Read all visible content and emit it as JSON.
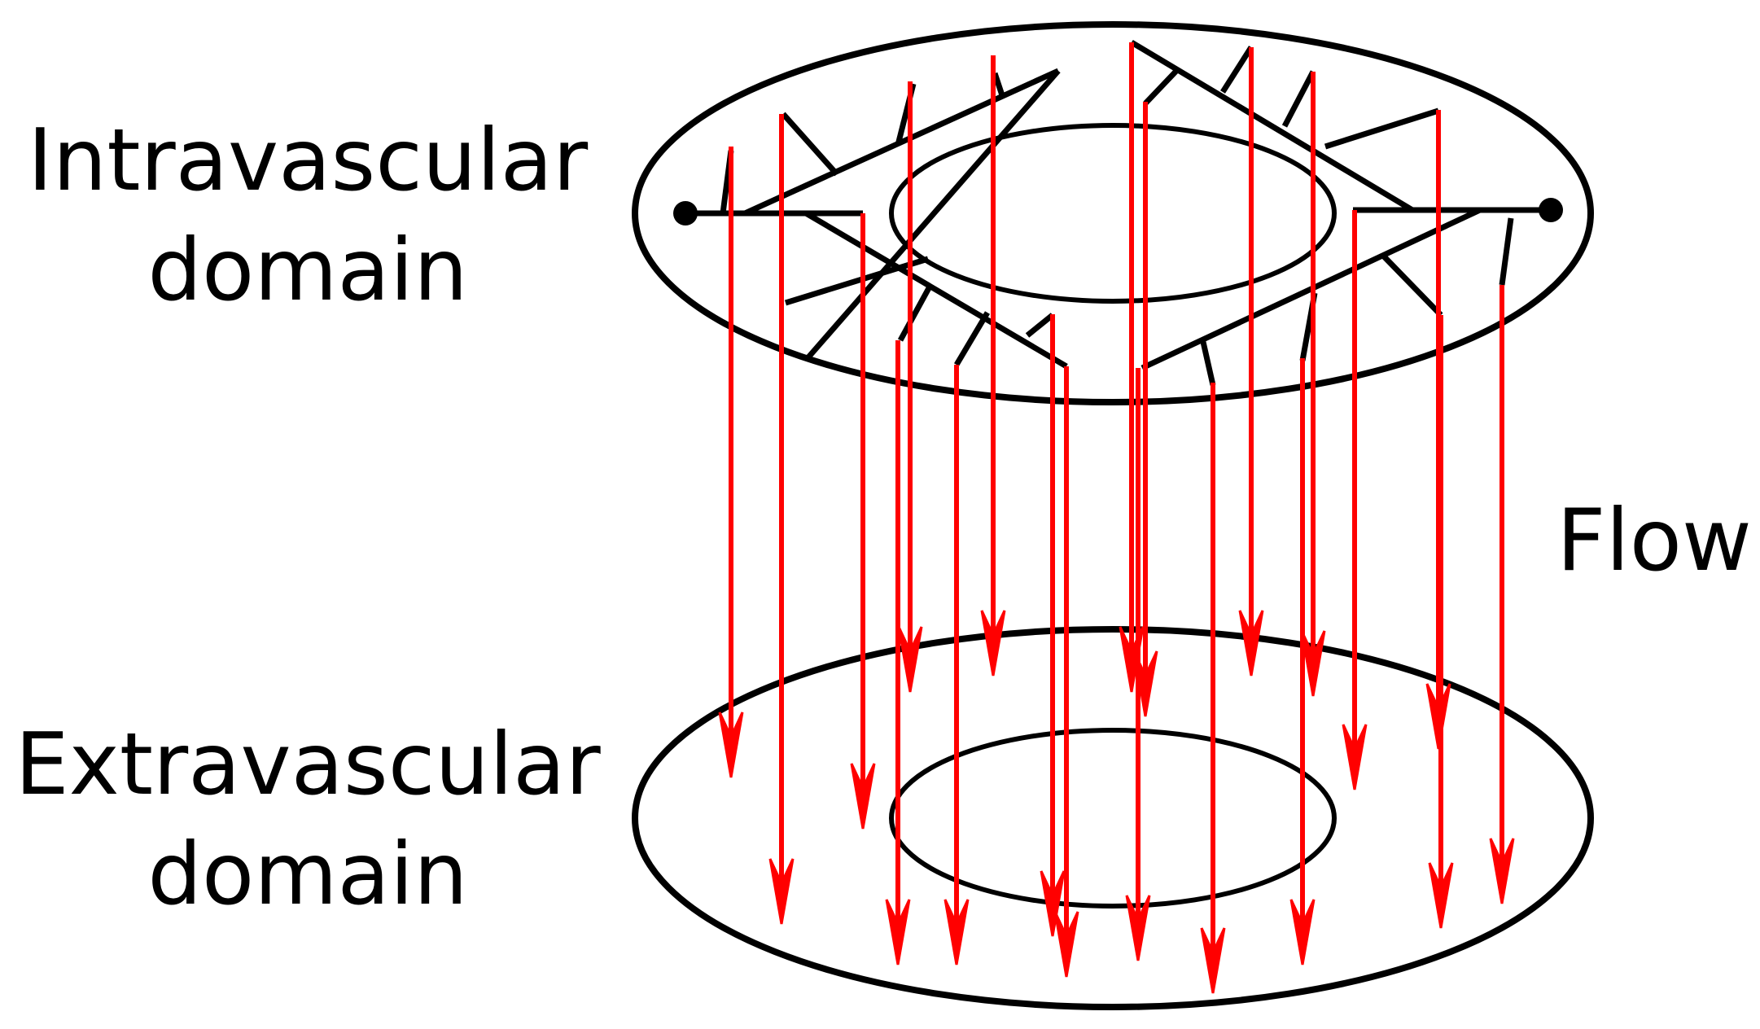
{
  "labels": {
    "intravascular_line1": "Intravascular",
    "intravascular_line2": "domain",
    "extravascular_line1": "Extravascular",
    "extravascular_line2": "domain",
    "flow": "Flow"
  },
  "colors": {
    "outline": "#000000",
    "arrow": "#ff0000",
    "background": "#ffffff"
  }
}
